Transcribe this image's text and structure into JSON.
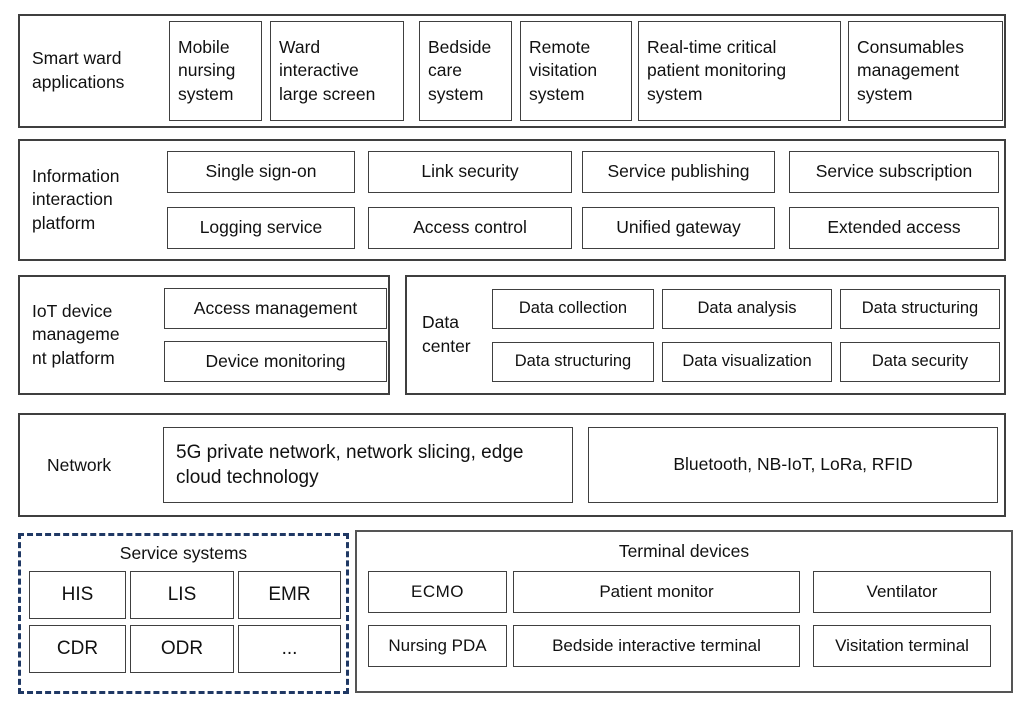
{
  "colors": {
    "container_border": "#3f3f3f",
    "box_border": "#404040",
    "dashed_border": "#1f3864",
    "terminal_border": "#555555",
    "text": "#111111",
    "background": "#ffffff"
  },
  "apps": {
    "label": "Smart ward applications",
    "boxes": [
      "Mobile nursing system",
      "Ward interactive large screen",
      "Bedside care system",
      "Remote visitation system",
      "Real-time critical patient monitoring system",
      "Consumables management system"
    ]
  },
  "info_platform": {
    "label": "Information interaction platform",
    "rows": [
      [
        "Single sign-on",
        "Link security",
        "Service publishing",
        "Service subscription"
      ],
      [
        "Logging service",
        "Access control",
        "Unified gateway",
        "Extended access"
      ]
    ]
  },
  "iot_platform": {
    "label": "IoT device\nmanageme\nnt platform",
    "boxes": [
      "Access management",
      "Device monitoring"
    ]
  },
  "data_center": {
    "label": "Data center",
    "rows": [
      [
        "Data collection",
        "Data analysis",
        "Data structuring"
      ],
      [
        "Data structuring",
        "Data visualization",
        "Data security"
      ]
    ]
  },
  "network": {
    "label": "Network",
    "boxes": [
      "5G private network, network slicing, edge cloud technology",
      "Bluetooth, NB-IoT, LoRa, RFID"
    ]
  },
  "service_systems": {
    "title": "Service systems",
    "rows": [
      [
        "HIS",
        "LIS",
        "EMR"
      ],
      [
        "CDR",
        "ODR",
        "..."
      ]
    ]
  },
  "terminal_devices": {
    "title": "Terminal devices",
    "rows": [
      [
        "ECMO",
        "Patient monitor",
        "Ventilator"
      ],
      [
        "Nursing PDA",
        "Bedside interactive terminal",
        "Visitation terminal"
      ]
    ]
  }
}
